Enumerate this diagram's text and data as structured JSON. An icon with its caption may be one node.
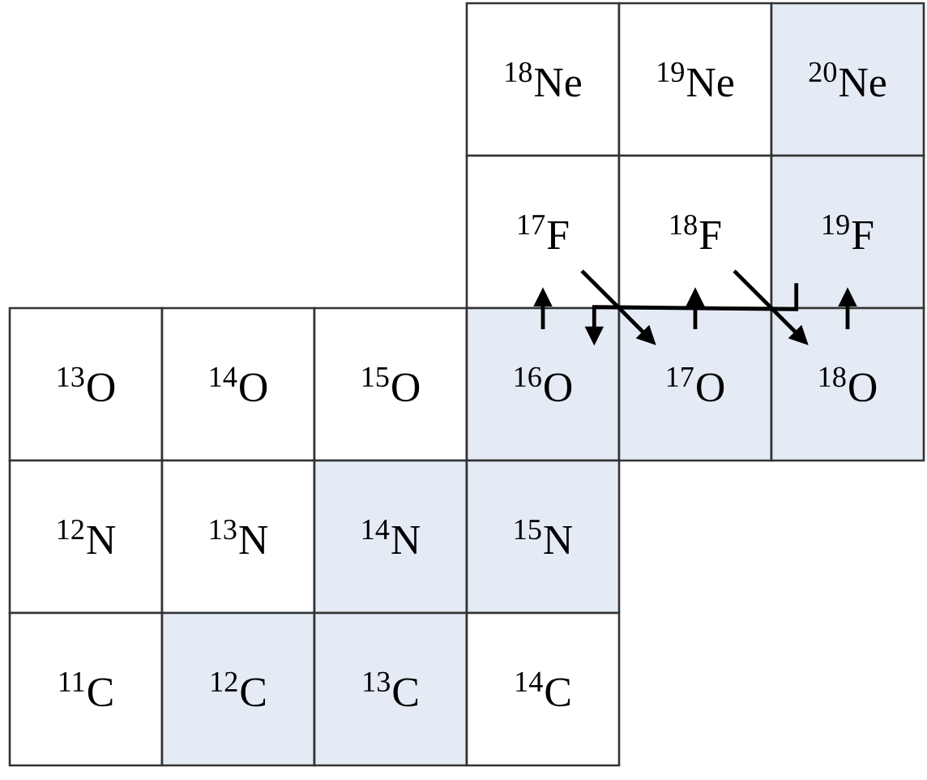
{
  "diagram": {
    "nodes": [
      {
        "text": [
          "$^{18}$Ne"
        ]
      },
      {
        "text": [
          "$^{19}$Ne"
        ]
      },
      {
        "text": [
          "$^{20}$Ne"
        ]
      },
      {
        "text": [
          "$^{17}$F"
        ]
      },
      {
        "text": [
          "$^{18}$F"
        ]
      },
      {
        "text": [
          "$^{19}$F"
        ]
      },
      {
        "text": [
          "$^{13}$O"
        ]
      },
      {
        "text": [
          "$^{14}$O"
        ]
      },
      {
        "text": [
          "$^{15}$O"
        ]
      },
      {
        "text": [
          "$^{16}$O"
        ]
      },
      {
        "text": [
          "$^{17}$O"
        ]
      },
      {
        "text": [
          "$^{18}$O"
        ]
      },
      {
        "text": [
          "$^{12}$N"
        ]
      },
      {
        "text": [
          "$^{13}$N"
        ]
      },
      {
        "text": [
          "$^{14}$N"
        ]
      },
      {
        "text": [
          "$^{15}$N"
        ]
      },
      {
        "text": [
          "$^{11}$C"
        ]
      },
      {
        "text": [
          "$^{12}$C"
        ]
      },
      {
        "text": [
          "$^{13}$C"
        ]
      },
      {
        "text": [
          "$^{14}$C"
        ]
      }
    ],
    "edges": [
      {
        "from": 9,
        "to": 3,
        "arrow": "to"
      },
      {
        "from": 3,
        "to": 10,
        "arrow": "to"
      },
      {
        "from": 10,
        "to": 4,
        "arrow": "to"
      },
      {
        "from": 4,
        "to": 11,
        "arrow": "to"
      },
      {
        "from": 11,
        "to": 5,
        "arrow": "to"
      },
      {
        "from": 5,
        "to": 9,
        "arrow": "to"
      }
    ]
  }
}
